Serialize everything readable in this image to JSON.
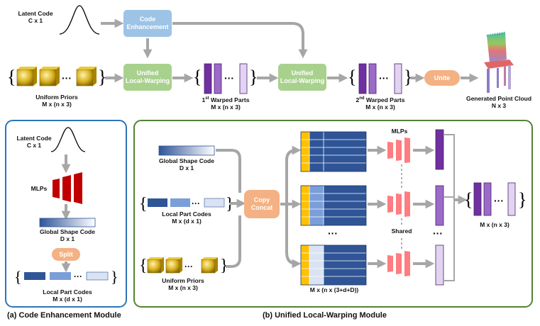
{
  "top": {
    "latent_code": "Latent Code",
    "latent_dim": "C x 1",
    "code_enhancement_l1": "Code",
    "code_enhancement_l2": "Enhancement",
    "unified_l1": "Unified",
    "unified_l2": "Local-Warping",
    "uniform_priors": "Uniform Priors",
    "uniform_priors_dim": "M x (n x 3)",
    "warped1_num": "1",
    "warped1_sup": "st",
    "warped1_rest": " Warped Parts",
    "warped1_dim": "M x (n x 3)",
    "warped2_num": "2",
    "warped2_sup": "nd",
    "warped2_rest": " Warped Parts",
    "warped2_dim": "M x (n x 3)",
    "unite": "Unite",
    "generated": "Generated Point Cloud",
    "generated_dim": "N x 3",
    "dots": "···"
  },
  "module_a": {
    "latent_code": "Latent Code",
    "latent_dim": "C x 1",
    "mlps": "MLPs",
    "global_shape": "Global Shape Code",
    "global_dim": "D x 1",
    "split": "Split",
    "local_codes": "Local Part Codes",
    "local_dim": "M x (d x 1)",
    "caption": "(a) Code Enhancement Module"
  },
  "module_b": {
    "global_shape": "Global Shape Code",
    "global_dim": "D x 1",
    "local_codes": "Local Part Codes",
    "local_dim": "M x (d x 1)",
    "uniform_priors": "Uniform Priors",
    "uniform_dim": "M x (n x 3)",
    "copy": "Copy",
    "concat": "Concat",
    "mlps": "MLPs",
    "shared": "Shared",
    "matrix_dim": "M x (n x (3+d+D))",
    "output_dim": "M x (n x 3)",
    "caption": "(b) Unified Local-Warping Module"
  },
  "colors": {
    "blue_box": "#9dc3e6",
    "green_box": "#a9d18e",
    "orange_box": "#f4b183",
    "purple_dark": "#7030a0",
    "purple_light": "#e2d4f0",
    "arrow_gray": "#a6a6a6",
    "mlp_red": "#c00000",
    "mlp_pink": "#ff7c80",
    "frame_blue": "#2e75b6",
    "frame_green": "#548235",
    "code_dark": "#2f5597"
  }
}
